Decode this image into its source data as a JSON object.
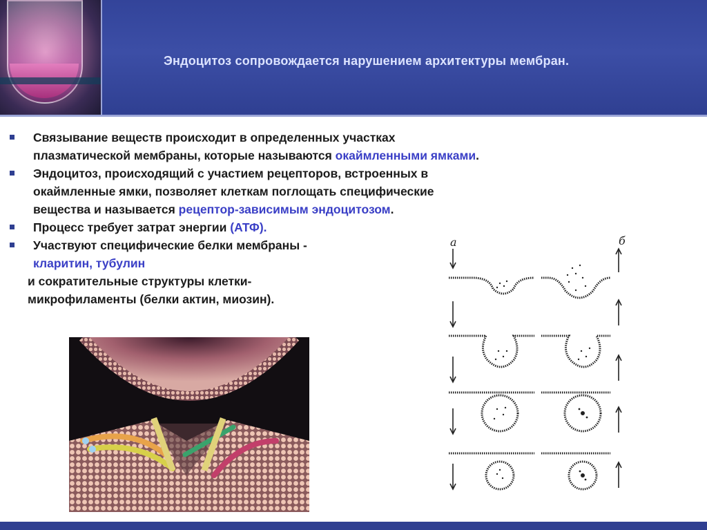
{
  "slide": {
    "title": "Эндоцитоз сопровождается  нарушением архитектуры мембран."
  },
  "bullets": [
    {
      "line1": "Связывание веществ происходит в определенных участках",
      "line2_a": "плазматической мембраны, которые называются ",
      "line2_hl": "окаймленными ямками",
      "line2_b": "."
    },
    {
      "line1": "Эндоцитоз, происходящий с участием рецепторов, встроенных в",
      "line2": "окаймленные ямки, позволяет клеткам поглощать специфические",
      "line3_a": "вещества и называется ",
      "line3_hl": "рецептор-зависимым эндоцитозом",
      "line3_b": "."
    },
    {
      "text_a": "Процесс требует затрат энергии ",
      "text_hl": "(АТФ)."
    },
    {
      "line1": "Участвуют специфические белки мембраны -",
      "line2_hl": "кларитин, тубулин"
    }
  ],
  "continuation": {
    "line1": "и сократительные структуры клетки-",
    "line2_hl": "микрофиламенты (белки актин, миозин)."
  },
  "diagram": {
    "label_a": "а",
    "label_b": "б"
  },
  "colors": {
    "header_bg": "#3c4ea6",
    "title_text": "#dce3ff",
    "highlight": "#3a3fc6",
    "body_text": "#1b1b1b",
    "bullet_mark": "#2f3f91"
  }
}
